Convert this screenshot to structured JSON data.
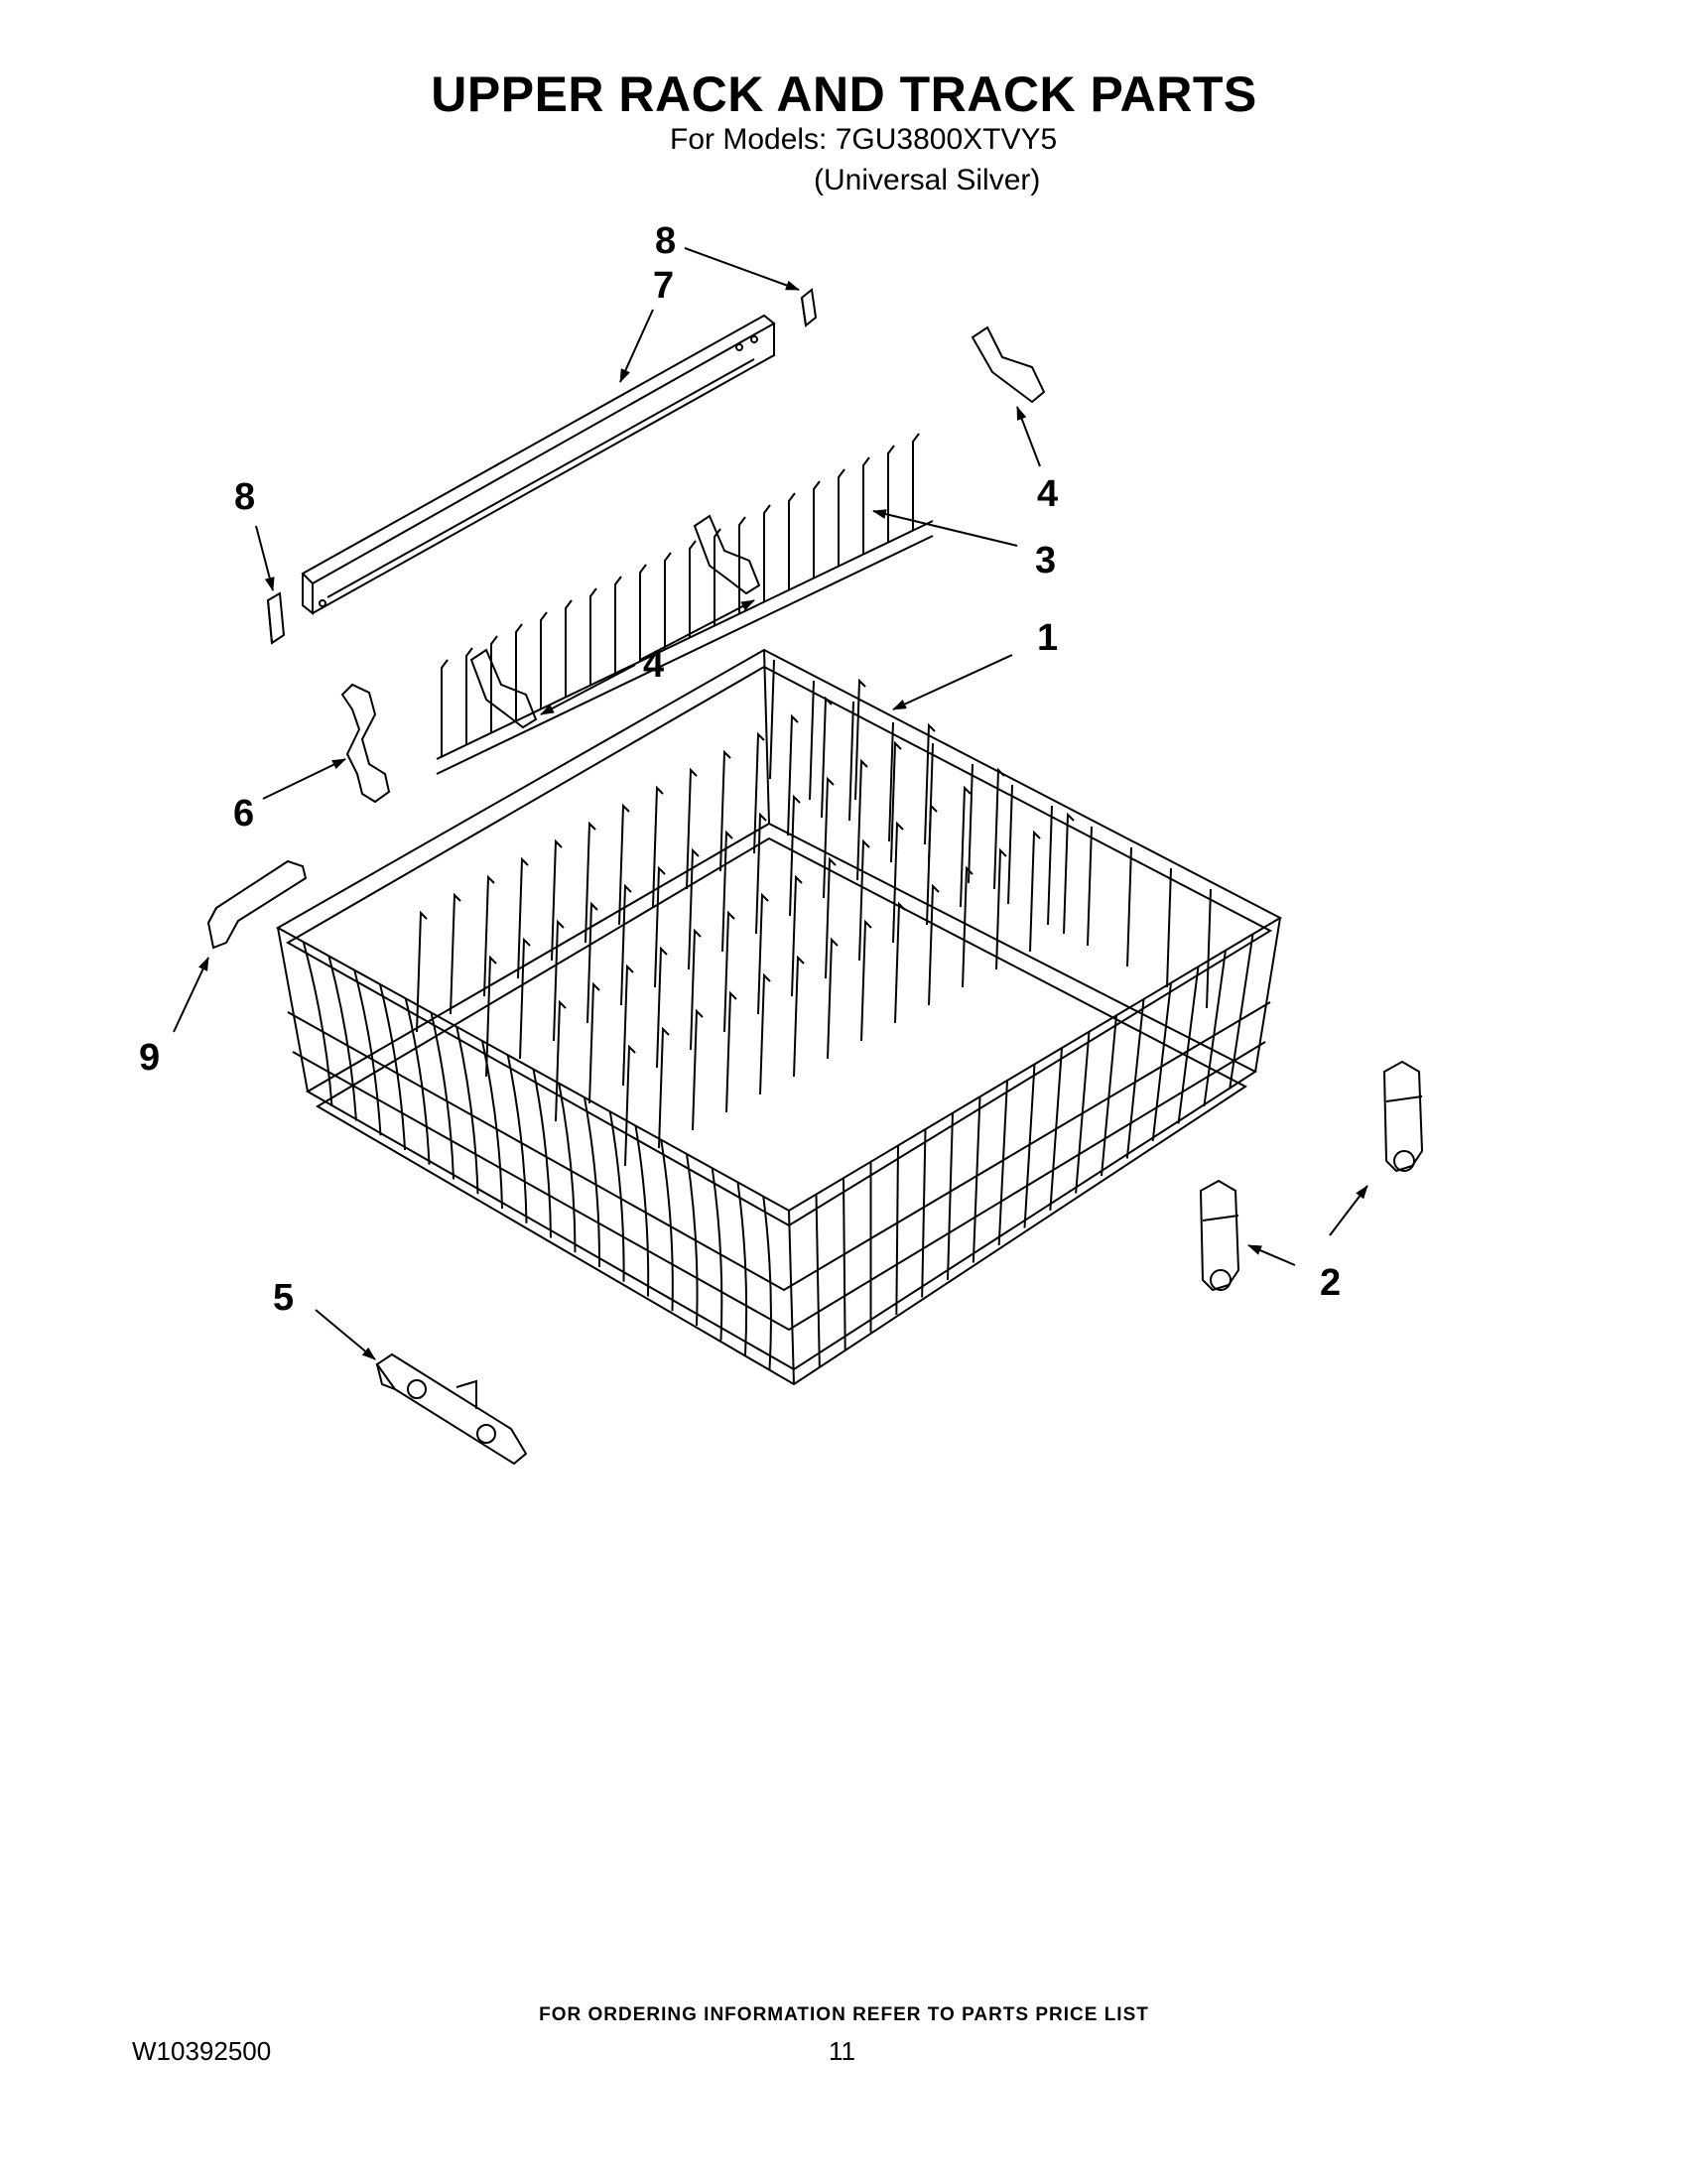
{
  "header": {
    "title": "UPPER RACK AND TRACK PARTS",
    "models": "For Models: 7GU3800XTVY5",
    "variant": "(Universal Silver)"
  },
  "callouts": [
    {
      "id": "c8a",
      "label": "8"
    },
    {
      "id": "c7",
      "label": "7"
    },
    {
      "id": "c8b",
      "label": "8"
    },
    {
      "id": "c4a",
      "label": "4"
    },
    {
      "id": "c3",
      "label": "3"
    },
    {
      "id": "c1",
      "label": "1"
    },
    {
      "id": "c4b",
      "label": "4"
    },
    {
      "id": "c6",
      "label": "6"
    },
    {
      "id": "c9",
      "label": "9"
    },
    {
      "id": "c2",
      "label": "2"
    },
    {
      "id": "c5",
      "label": "5"
    }
  ],
  "footer": {
    "ordering_note": "FOR ORDERING INFORMATION REFER TO PARTS PRICE LIST",
    "document_number": "W10392500",
    "page_number": "11"
  }
}
